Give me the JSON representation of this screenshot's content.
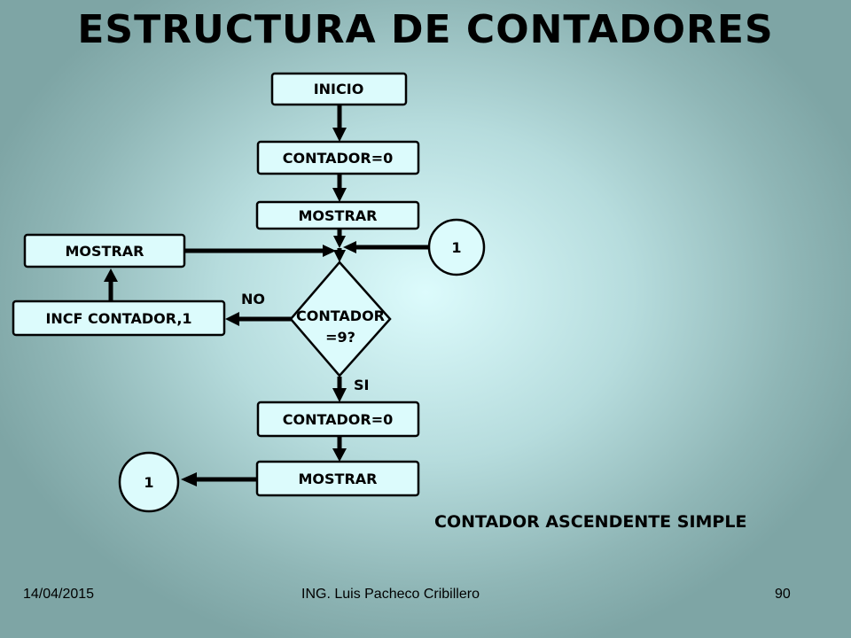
{
  "title": "ESTRUCTURA DE CONTADORES",
  "nodes": {
    "inicio": "INICIO",
    "contador_init": "CONTADOR=0",
    "mostrar_1": "MOSTRAR",
    "decision_line1": "CONTADOR",
    "decision_line2": "=9?",
    "mostrar_left": "MOSTRAR",
    "incf": "INCF CONTADOR,1",
    "contador_reset": "CONTADOR=0",
    "mostrar_2": "MOSTRAR",
    "connector_right": "1",
    "connector_left": "1"
  },
  "edges": {
    "no_label": "NO",
    "si_label": "SI"
  },
  "caption": "CONTADOR ASCENDENTE SIMPLE",
  "footer": {
    "date": "14/04/2015",
    "author": "ING. Luis Pacheco Cribillero",
    "page": "90"
  }
}
